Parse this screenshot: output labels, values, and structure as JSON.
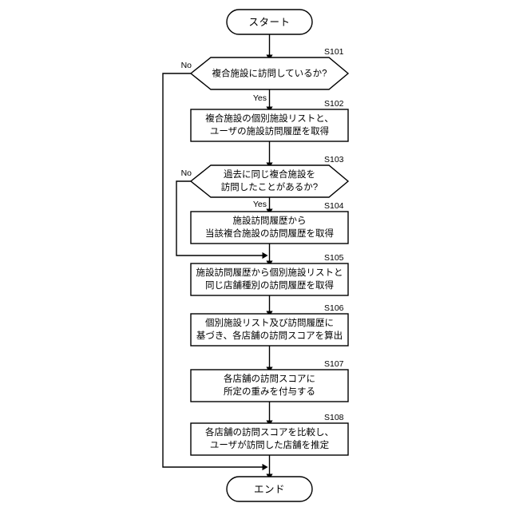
{
  "diagram": {
    "title": "",
    "background_color": "#ffffff",
    "line_color": "#000000",
    "shape_fill": "#ffffff"
  },
  "nodes": {
    "start": {
      "tag": "",
      "label": "スタート",
      "shape": "terminal"
    },
    "s101": {
      "tag": "S101",
      "label_line1": "複合施設に訪問しているか?",
      "label_line2": "",
      "shape": "decision"
    },
    "s102": {
      "tag": "S102",
      "label_line1": "複合施設の個別施設リストと、",
      "label_line2": "ユーザの施設訪問履歴を取得",
      "shape": "process"
    },
    "s103": {
      "tag": "S103",
      "label_line1": "過去に同じ複合施設を",
      "label_line2": "訪問したことがあるか?",
      "shape": "decision"
    },
    "s104": {
      "tag": "S104",
      "label_line1": "施設訪問履歴から",
      "label_line2": "当該複合施設の訪問履歴を取得",
      "shape": "process"
    },
    "s105": {
      "tag": "S105",
      "label_line1": "施設訪問履歴から個別施設リストと",
      "label_line2": "同じ店舗種別の訪問履歴を取得",
      "shape": "process"
    },
    "s106": {
      "tag": "S106",
      "label_line1": "個別施設リスト及び訪問履歴に",
      "label_line2": "基づき、各店舗の訪問スコアを算出",
      "shape": "process"
    },
    "s107": {
      "tag": "S107",
      "label_line1": "各店舗の訪問スコアに",
      "label_line2": "所定の重みを付与する",
      "shape": "process"
    },
    "s108": {
      "tag": "S108",
      "label_line1": "各店舗の訪問スコアを比較し、",
      "label_line2": "ユーザが訪問した店舗を推定",
      "shape": "process"
    },
    "end": {
      "tag": "",
      "label": "エンド",
      "shape": "terminal"
    }
  },
  "branches": {
    "s101_no": "No",
    "s101_yes": "Yes",
    "s103_no": "No",
    "s103_yes": "Yes"
  }
}
